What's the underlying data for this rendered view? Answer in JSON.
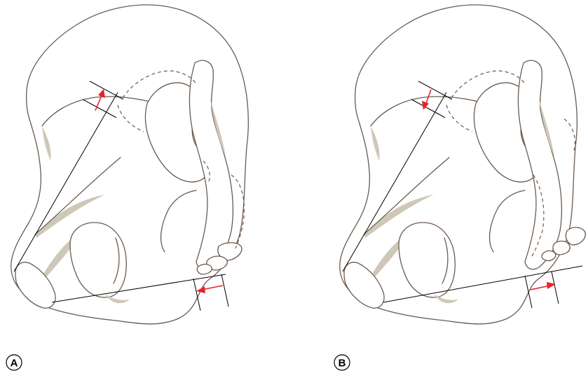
{
  "panels": [
    {
      "label": "A",
      "arrow_direction": "outward"
    },
    {
      "label": "B",
      "arrow_direction": "inward"
    }
  ],
  "colors": {
    "bone_outline": "#6b5a4e",
    "bone_shade": "#cfc8b8",
    "arrow": "#e8202a",
    "measure_line": "#000000"
  }
}
